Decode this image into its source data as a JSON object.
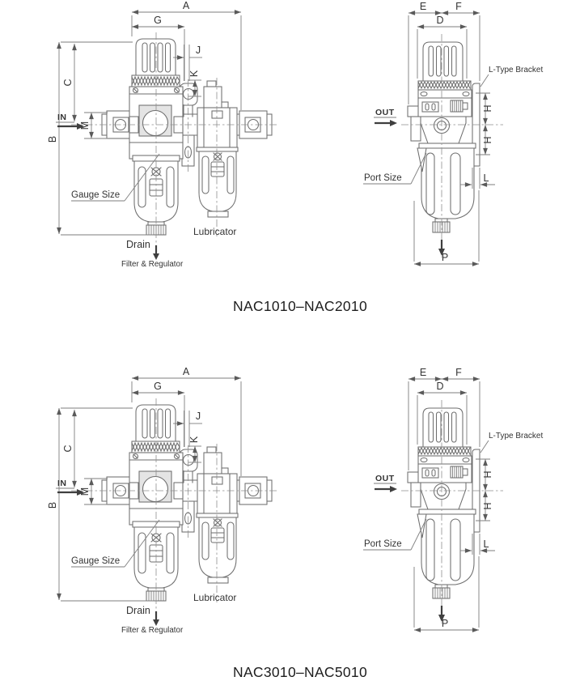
{
  "page": {
    "background": "#ffffff",
    "drawing_line_color": "#6e6e6e",
    "dimension_line_color": "#7e7e7e",
    "text_color": "#333333"
  },
  "figures": [
    {
      "title": "NAC1010–NAC2010",
      "front_view": {
        "flow_in_label": "IN",
        "dims": {
          "a": "A",
          "g": "G",
          "b": "B",
          "c": "C",
          "j": "J",
          "k": "K",
          "m": "M"
        },
        "gauge_size_label": "Gauge Size",
        "drain_label": "Drain",
        "lubricator_label": "Lubricator",
        "caption": "Filter & Regulator"
      },
      "side_view": {
        "flow_out_label": "OUT",
        "dims": {
          "e": "E",
          "f": "F",
          "d": "D",
          "h_upper": "H",
          "h_lower": "H",
          "l": "L",
          "p": "P"
        },
        "bracket_label": "L-Type Bracket",
        "port_size_label": "Port Size"
      }
    },
    {
      "title": "NAC3010–NAC5010",
      "front_view": {
        "flow_in_label": "IN",
        "dims": {
          "a": "A",
          "g": "G",
          "b": "B",
          "c": "C",
          "j": "J",
          "k": "K",
          "m": "M"
        },
        "gauge_size_label": "Gauge Size",
        "drain_label": "Drain",
        "lubricator_label": "Lubricator",
        "caption": "Filter & Regulator"
      },
      "side_view": {
        "flow_out_label": "OUT",
        "dims": {
          "e": "E",
          "f": "F",
          "d": "D",
          "h_upper": "H",
          "h_lower": "H",
          "l": "L",
          "p": "P"
        },
        "bracket_label": "L-Type Bracket",
        "port_size_label": "Port Size"
      }
    }
  ]
}
